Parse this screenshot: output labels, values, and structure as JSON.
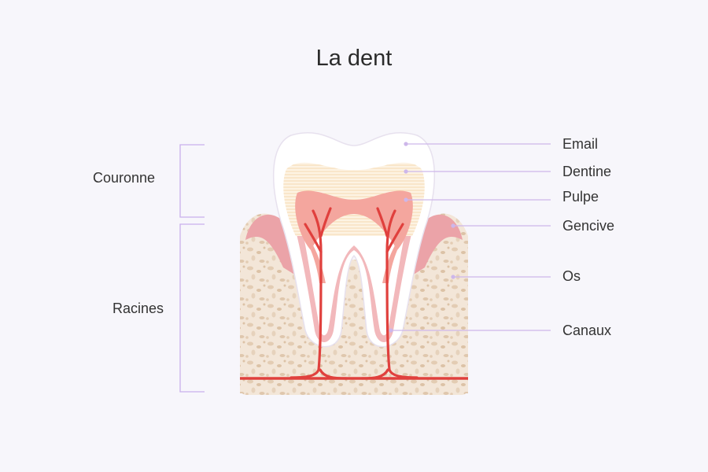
{
  "title": "La dent",
  "sections": {
    "crown": "Couronne",
    "roots": "Racines"
  },
  "labels": {
    "enamel": "Email",
    "dentin": "Dentine",
    "pulp": "Pulpe",
    "gum": "Gencive",
    "bone": "Os",
    "canals": "Canaux"
  },
  "colors": {
    "enamel": "#ffffff",
    "dentin": "#fbe9cf",
    "pulp": "#f4a69e",
    "gum": "#eba3a8",
    "bone": "#f3e6d8",
    "canals": "#e0403d",
    "leader": "#cdb7ea"
  }
}
